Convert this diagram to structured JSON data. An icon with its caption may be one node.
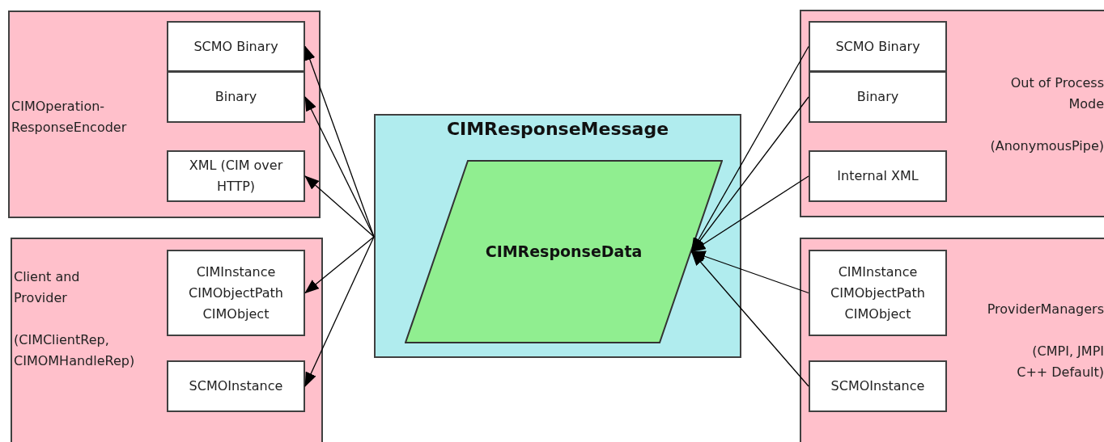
{
  "diagram": {
    "nodes": [
      {
        "text": [
          "CIMOperation-ResponseEncoder"
        ]
      },
      {
        "text": [
          "SCMO Binary"
        ],
        "in": 0
      },
      {
        "text": [
          "Binary"
        ],
        "in": 0
      },
      {
        "text": [
          "XML (CIM over HTTP)"
        ],
        "in": 0
      },
      {
        "text": [
          "Client and Provider",
          "(CIMClientRep, CIMOMHandleRep)"
        ]
      },
      {
        "text": [
          "CIMInstance CIMObjectPath CIMObject"
        ],
        "in": 4
      },
      {
        "text": [
          "SCMOInstance"
        ],
        "in": 4
      },
      {
        "text": [
          "CIMResponseMessage"
        ]
      },
      {
        "text": [
          "CIMResponseData"
        ],
        "in": 7
      },
      {
        "text": [
          "Out of Process Mode",
          "(AnonymousPipe)"
        ]
      },
      {
        "text": [
          "SCMO Binary"
        ],
        "in": 9
      },
      {
        "text": [
          "Binary"
        ],
        "in": 9
      },
      {
        "text": [
          "Internal XML"
        ],
        "in": 9
      },
      {
        "text": [
          "ProviderManagers",
          "(CMPI, JMPI C++ Default)"
        ]
      },
      {
        "text": [
          "CIMInstance CIMObjectPath CIMObject"
        ],
        "in": 13
      },
      {
        "text": [
          "SCMOInstance"
        ],
        "in": 13
      }
    ],
    "edges": [
      {
        "from": 7,
        "to": 1,
        "arrow": "to"
      },
      {
        "from": 7,
        "to": 2,
        "arrow": "to"
      },
      {
        "from": 7,
        "to": 3,
        "arrow": "to"
      },
      {
        "from": 7,
        "to": 5,
        "arrow": "to"
      },
      {
        "from": 7,
        "to": 6,
        "arrow": "to"
      },
      {
        "from": 10,
        "to": 8,
        "arrow": "to"
      },
      {
        "from": 11,
        "to": 8,
        "arrow": "to"
      },
      {
        "from": 12,
        "to": 8,
        "arrow": "to"
      },
      {
        "from": 14,
        "to": 8,
        "arrow": "to"
      },
      {
        "from": 15,
        "to": 8,
        "arrow": "to"
      }
    ]
  }
}
